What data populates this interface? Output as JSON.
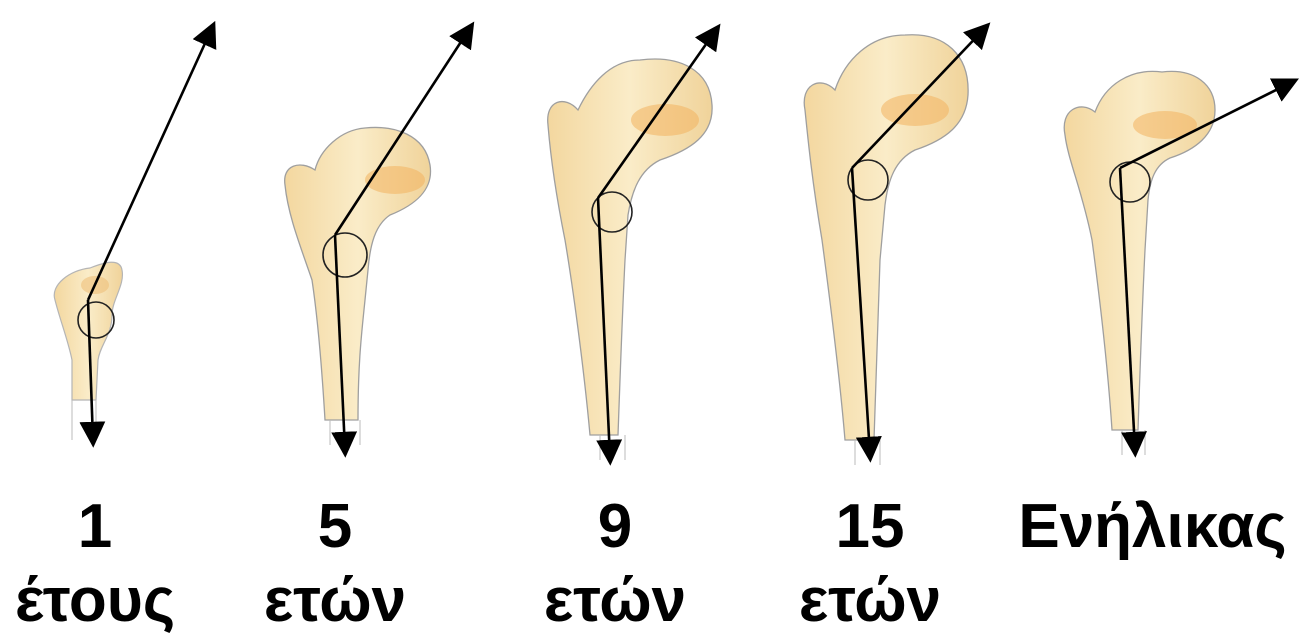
{
  "panels": [
    {
      "age": "1",
      "unit": "έτους"
    },
    {
      "age": "5",
      "unit": "ετών"
    },
    {
      "age": "9",
      "unit": "ετών"
    },
    {
      "age": "15",
      "unit": "ετών"
    },
    {
      "age": "Ενήλικας",
      "unit": ""
    }
  ],
  "colors": {
    "bone_fill": "#f7e3b8",
    "bone_shade": "#eec88a",
    "growth_area": "#f2b35e",
    "outline": "#9a9a9a",
    "arrow": "#000000"
  },
  "icons": [
    "femur-illustration",
    "neck-axis-arrow",
    "shaft-axis-arrow"
  ]
}
